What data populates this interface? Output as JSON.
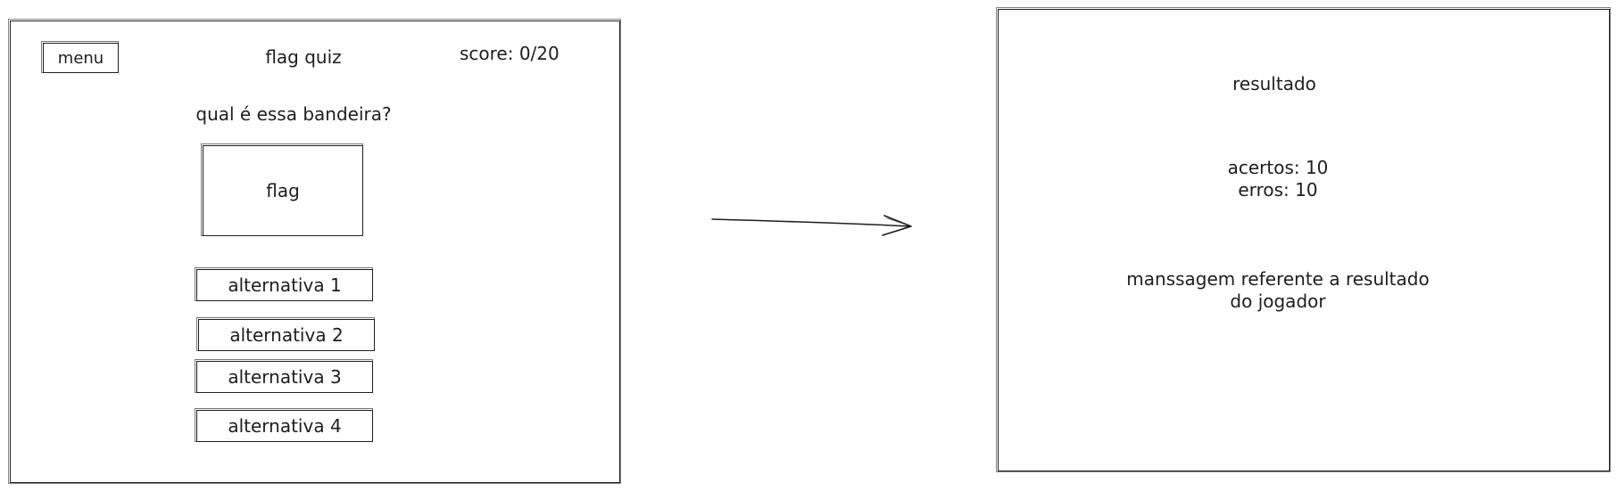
{
  "quiz_screen": {
    "menu_label": "menu",
    "title": "flag quiz",
    "score": "score: 0/20",
    "question": "qual é essa bandeira?",
    "flag_placeholder": "flag",
    "alternatives": [
      "alternativa 1",
      "alternativa 2",
      "alternativa 3",
      "alternativa 4"
    ]
  },
  "result_screen": {
    "title": "resultado",
    "hits": "acertos: 10",
    "misses": "erros: 10",
    "message_line_1": "manssagem referente a resultado",
    "message_line_2": "do jogador"
  },
  "colors": {
    "stroke": "#1e1e1e",
    "background": "#ffffff"
  }
}
